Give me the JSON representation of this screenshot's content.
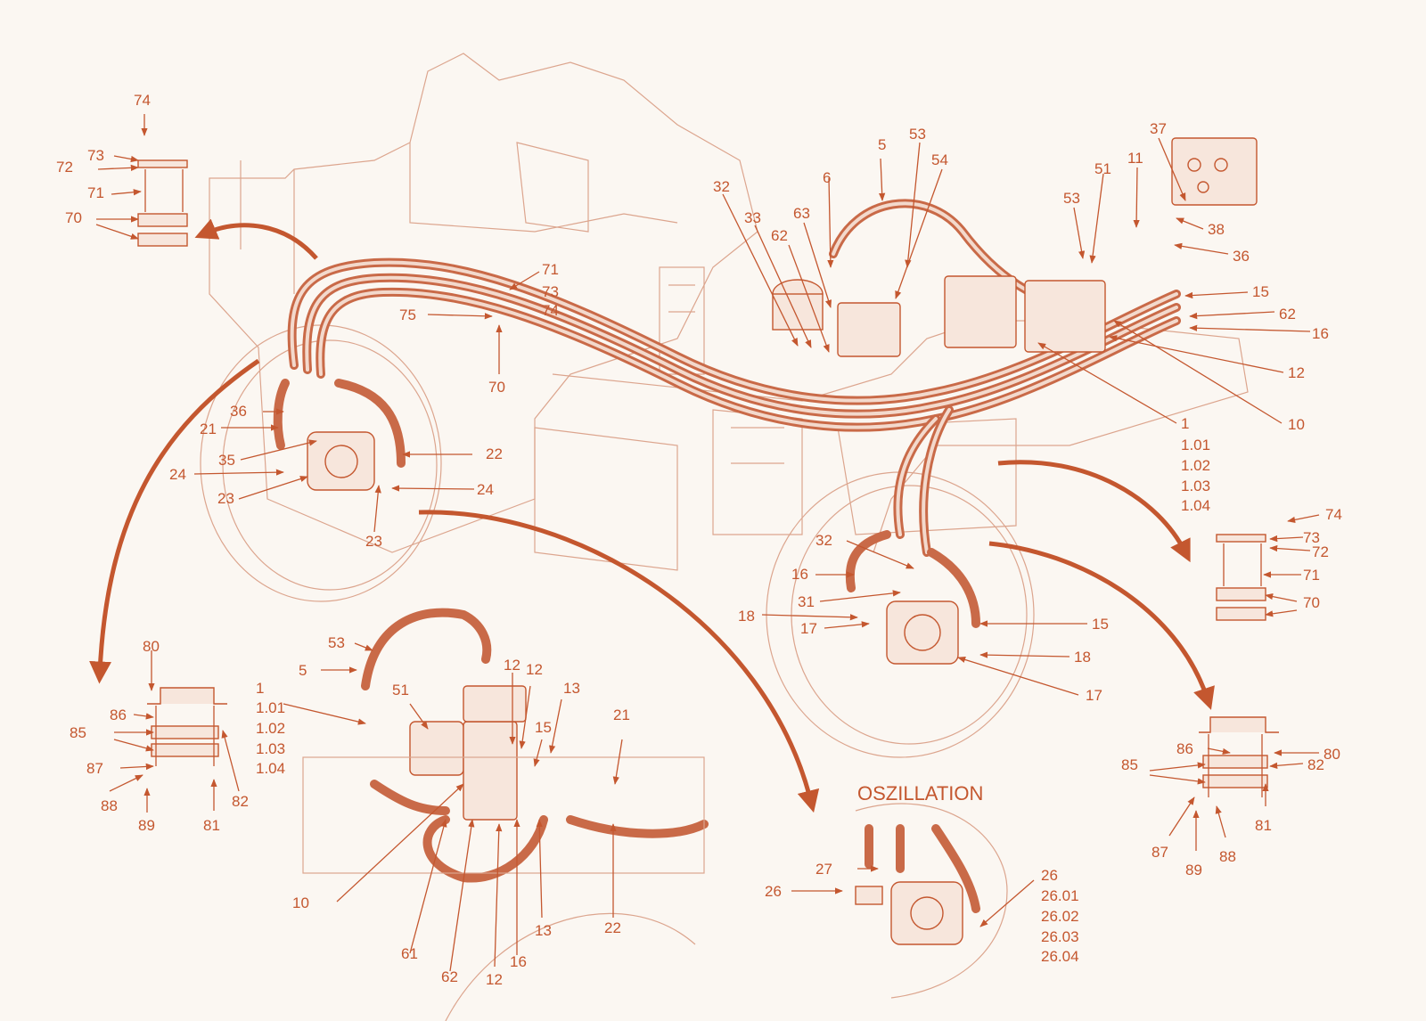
{
  "title": "OSZILLATION",
  "colors": {
    "accent": "#c4572f",
    "line": "#dca58e",
    "background": "#fbf7f2"
  },
  "labels": [
    {
      "id": "l1",
      "text": "74"
    },
    {
      "id": "l2",
      "text": "73"
    },
    {
      "id": "l3",
      "text": "72"
    },
    {
      "id": "l4",
      "text": "71"
    },
    {
      "id": "l5",
      "text": "70"
    },
    {
      "id": "l6",
      "text": "36"
    },
    {
      "id": "l7",
      "text": "21"
    },
    {
      "id": "l8",
      "text": "35"
    },
    {
      "id": "l9",
      "text": "22"
    },
    {
      "id": "l10",
      "text": "24"
    },
    {
      "id": "l11",
      "text": "23"
    },
    {
      "id": "l12",
      "text": "24"
    },
    {
      "id": "l13",
      "text": "23"
    },
    {
      "id": "l14",
      "text": "71"
    },
    {
      "id": "l15",
      "text": "73"
    },
    {
      "id": "l16",
      "text": "74"
    },
    {
      "id": "l17",
      "text": "75"
    },
    {
      "id": "l18",
      "text": "70"
    },
    {
      "id": "l19",
      "text": "32"
    },
    {
      "id": "l20",
      "text": "33"
    },
    {
      "id": "l21",
      "text": "62"
    },
    {
      "id": "l22",
      "text": "63"
    },
    {
      "id": "l23",
      "text": "6"
    },
    {
      "id": "l24",
      "text": "5"
    },
    {
      "id": "l25",
      "text": "53"
    },
    {
      "id": "l26",
      "text": "54"
    },
    {
      "id": "l27",
      "text": "53"
    },
    {
      "id": "l28",
      "text": "51"
    },
    {
      "id": "l29",
      "text": "11"
    },
    {
      "id": "l30",
      "text": "37"
    },
    {
      "id": "l31",
      "text": "38"
    },
    {
      "id": "l32",
      "text": "36"
    },
    {
      "id": "l33",
      "text": "15"
    },
    {
      "id": "l34",
      "text": "62"
    },
    {
      "id": "l35",
      "text": "16"
    },
    {
      "id": "l36",
      "text": "12"
    },
    {
      "id": "l37",
      "text": "10"
    },
    {
      "id": "l38",
      "text": "1"
    },
    {
      "id": "l39",
      "text": "1.01"
    },
    {
      "id": "l40",
      "text": "1.02"
    },
    {
      "id": "l41",
      "text": "1.03"
    },
    {
      "id": "l42",
      "text": "1.04"
    },
    {
      "id": "l43",
      "text": "74"
    },
    {
      "id": "l44",
      "text": "73"
    },
    {
      "id": "l45",
      "text": "72"
    },
    {
      "id": "l46",
      "text": "71"
    },
    {
      "id": "l47",
      "text": "70"
    },
    {
      "id": "l48",
      "text": "32"
    },
    {
      "id": "l49",
      "text": "16"
    },
    {
      "id": "l50",
      "text": "31"
    },
    {
      "id": "l51",
      "text": "18"
    },
    {
      "id": "l52",
      "text": "17"
    },
    {
      "id": "l53",
      "text": "15"
    },
    {
      "id": "l54",
      "text": "18"
    },
    {
      "id": "l55",
      "text": "17"
    },
    {
      "id": "l56",
      "text": "80"
    },
    {
      "id": "l57",
      "text": "86"
    },
    {
      "id": "l58",
      "text": "85"
    },
    {
      "id": "l59",
      "text": "87"
    },
    {
      "id": "l60",
      "text": "88"
    },
    {
      "id": "l61",
      "text": "89"
    },
    {
      "id": "l62",
      "text": "81"
    },
    {
      "id": "l63",
      "text": "82"
    },
    {
      "id": "l64",
      "text": "53"
    },
    {
      "id": "l65",
      "text": "5"
    },
    {
      "id": "l66",
      "text": "1"
    },
    {
      "id": "l67",
      "text": "1.01"
    },
    {
      "id": "l68",
      "text": "1.02"
    },
    {
      "id": "l69",
      "text": "1.03"
    },
    {
      "id": "l70",
      "text": "1.04"
    },
    {
      "id": "l71",
      "text": "51"
    },
    {
      "id": "l72",
      "text": "12"
    },
    {
      "id": "l73",
      "text": "12"
    },
    {
      "id": "l74",
      "text": "13"
    },
    {
      "id": "l75",
      "text": "15"
    },
    {
      "id": "l76",
      "text": "21"
    },
    {
      "id": "l77",
      "text": "10"
    },
    {
      "id": "l78",
      "text": "61"
    },
    {
      "id": "l79",
      "text": "62"
    },
    {
      "id": "l80",
      "text": "12"
    },
    {
      "id": "l81",
      "text": "16"
    },
    {
      "id": "l82",
      "text": "13"
    },
    {
      "id": "l83",
      "text": "22"
    },
    {
      "id": "l84",
      "text": "27"
    },
    {
      "id": "l85",
      "text": "26"
    },
    {
      "id": "l86",
      "text": "26"
    },
    {
      "id": "l87",
      "text": "26.01"
    },
    {
      "id": "l88",
      "text": "26.02"
    },
    {
      "id": "l89",
      "text": "26.03"
    },
    {
      "id": "l90",
      "text": "26.04"
    },
    {
      "id": "l91",
      "text": "86"
    },
    {
      "id": "l92",
      "text": "80"
    },
    {
      "id": "l93",
      "text": "85"
    },
    {
      "id": "l94",
      "text": "82"
    },
    {
      "id": "l95",
      "text": "87"
    },
    {
      "id": "l96",
      "text": "89"
    },
    {
      "id": "l97",
      "text": "88"
    },
    {
      "id": "l98",
      "text": "81"
    }
  ]
}
